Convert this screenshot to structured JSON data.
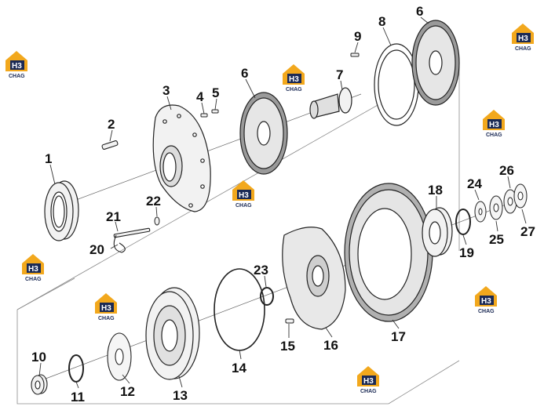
{
  "watermark": {
    "brand": "H3",
    "subtitle": "CHAG",
    "colors": {
      "house": "#f2a81d",
      "badge": "#1b2a55",
      "text": "#1b2a55"
    }
  },
  "callouts": [
    "1",
    "2",
    "3",
    "4",
    "5",
    "6",
    "6",
    "7",
    "8",
    "9",
    "10",
    "11",
    "12",
    "13",
    "14",
    "15",
    "16",
    "17",
    "18",
    "19",
    "20",
    "21",
    "22",
    "23",
    "24",
    "25",
    "26",
    "27"
  ],
  "colors": {
    "line": "#222222",
    "frame": "#777777",
    "part_fill": "#f2f2f2",
    "dark": "#333333"
  }
}
